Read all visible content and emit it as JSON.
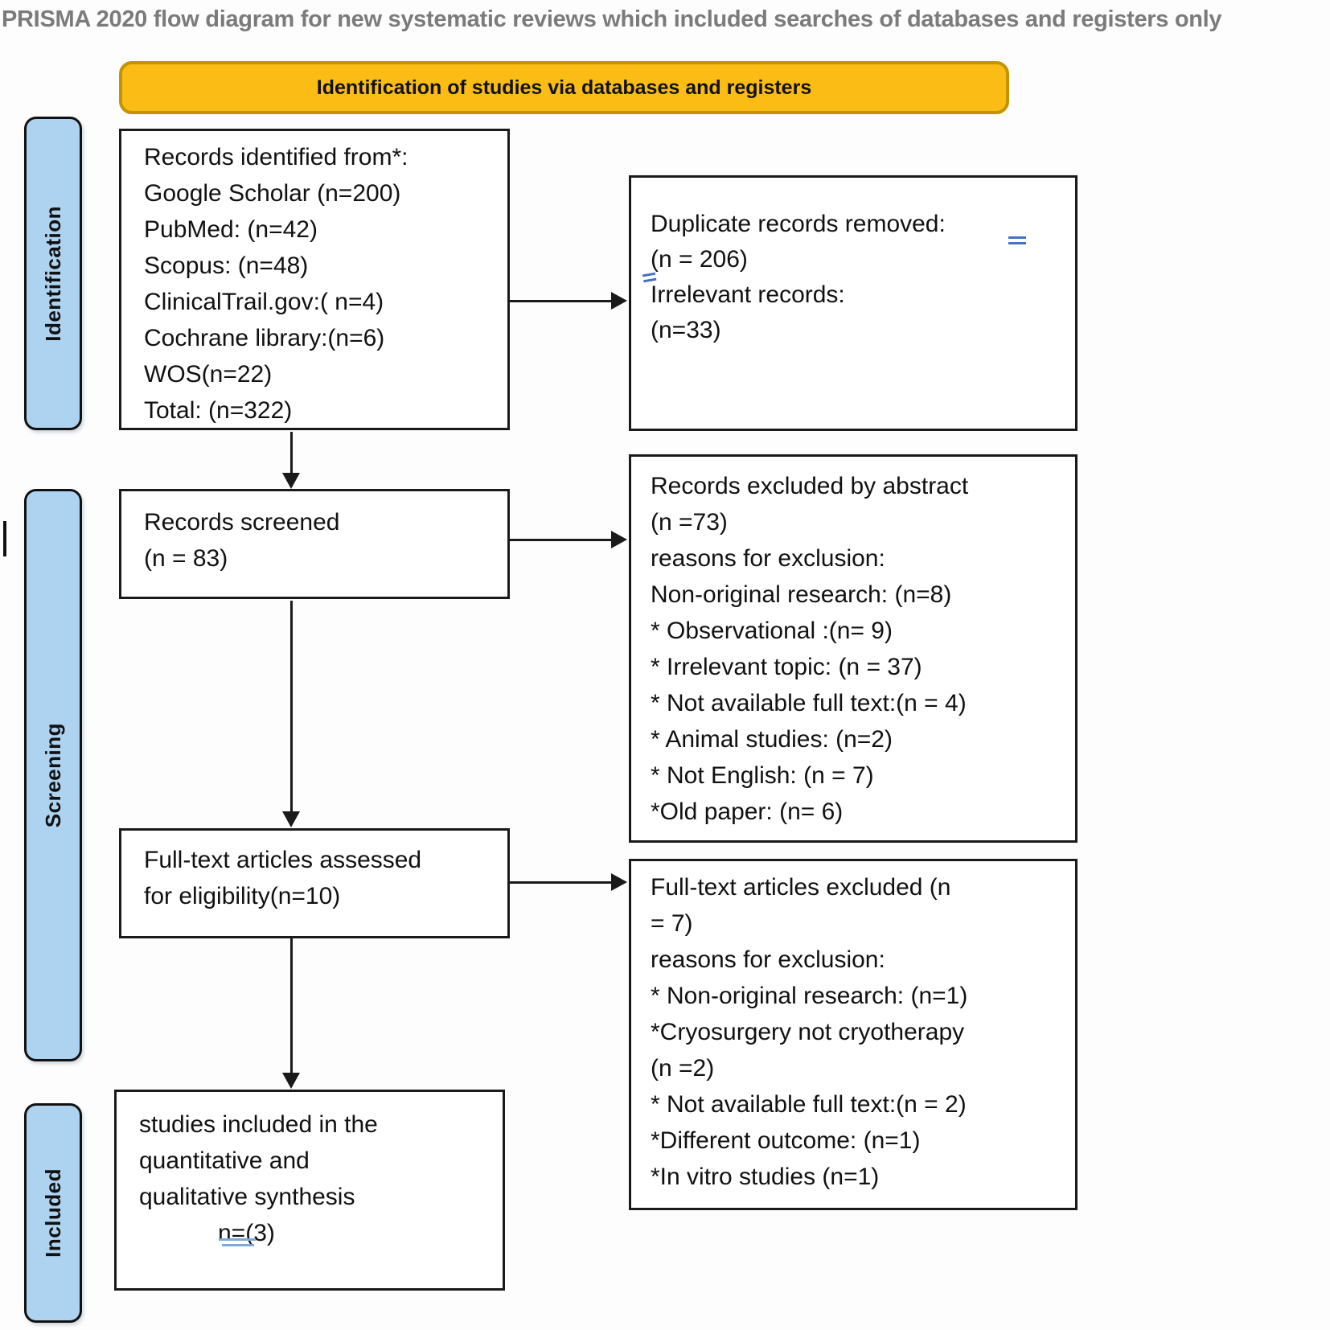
{
  "title": "PRISMA 2020 flow diagram for new systematic reviews which included searches of databases and registers only",
  "banner": {
    "label": "Identification of studies via databases and registers"
  },
  "stages": {
    "identification": "Identification",
    "screening": "Screening",
    "included": "Included"
  },
  "boxes": {
    "records_identified": {
      "lines": [
        "Records identified from*:",
        "Google Scholar (n=200)",
        "PubMed: (n=42)",
        "Scopus: (n=48)",
        "ClinicalTrail.gov:( n=4)",
        "Cochrane library:(n=6)",
        "WOS(n=22)",
        "Total: (n=322)"
      ]
    },
    "duplicates_removed": {
      "lines": [
        "Duplicate records removed:",
        "(n = 206)",
        "Irrelevant records:",
        "(n=33)"
      ]
    },
    "records_screened": {
      "lines": [
        "Records screened",
        "(n = 83)"
      ]
    },
    "records_excluded_abstract": {
      "lines": [
        "Records excluded by abstract",
        "(n =73)",
        "reasons for exclusion:",
        "Non-original research: (n=8)",
        "* Observational :(n= 9)",
        "* Irrelevant topic: (n = 37)",
        "* Not available full text:(n = 4)",
        "* Animal studies: (n=2)",
        "* Not English: (n = 7)",
        "*Old paper: (n= 6)"
      ]
    },
    "fulltext_assessed": {
      "lines": [
        "Full-text articles assessed",
        "for eligibility(n=10)"
      ]
    },
    "fulltext_excluded": {
      "lines": [
        "Full-text articles excluded (n",
        "= 7)",
        "reasons for exclusion:",
        "* Non-original research: (n=1)",
        "*Cryosurgery not cryotherapy",
        "(n =2)",
        "* Not available full text:(n = 2)",
        "*Different outcome: (n=1)",
        "*In vitro studies (n=1)"
      ]
    },
    "studies_included": {
      "lines": [
        "studies included in the",
        "quantitative and",
        "qualitative synthesis",
        "n=(3)"
      ]
    }
  },
  "colors": {
    "banner_fill": "#FBBC15",
    "banner_border": "#C49400",
    "stage_fill": "#AED3F0",
    "line": "#1a1a1a",
    "title_text": "#7b7b7b",
    "annotation_blue": "#4472C4",
    "annotation_blue_light": "#7FA8D9"
  }
}
